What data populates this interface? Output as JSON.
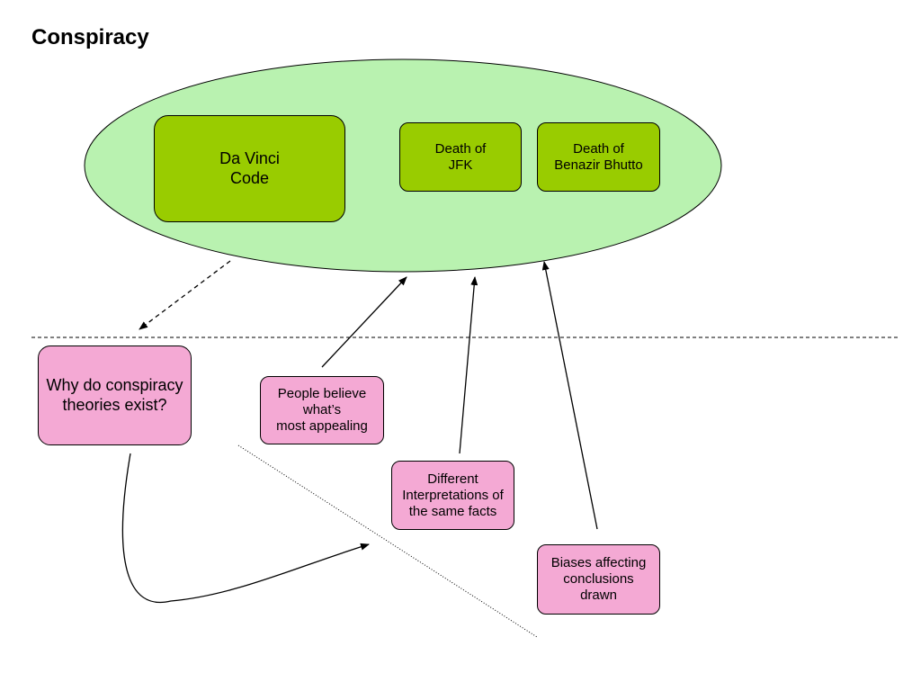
{
  "title": "Conspiracy",
  "examples": {
    "da_vinci": "Da Vinci\nCode",
    "jfk": "Death of\nJFK",
    "bhutto": "Death of\nBenazir Bhutto"
  },
  "reasons": {
    "question": "Why do conspiracy\ntheories exist?",
    "appealing": "People believe\nwhat’s\nmost appealing",
    "interpretations": "Different\nInterpretations of\nthe same facts",
    "biases": "Biases affecting\nconclusions\ndrawn"
  },
  "colors": {
    "ellipse_fill": "#b9f2b0",
    "example_box": "#99cc00",
    "reason_box": "#f4a9d4"
  }
}
